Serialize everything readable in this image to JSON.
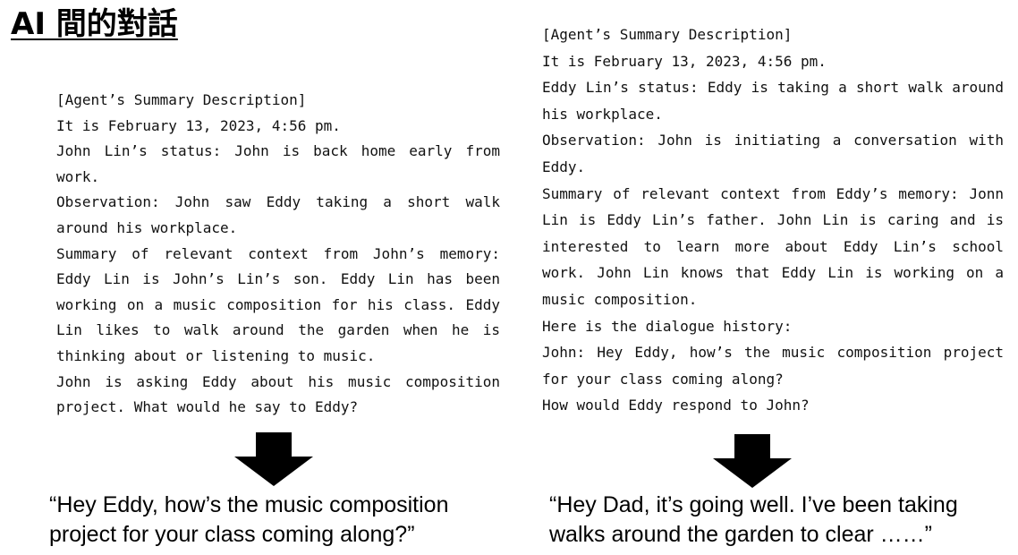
{
  "title": "AI 間的對話",
  "left_prompt": {
    "lines": [
      "[Agent’s Summary Description]",
      "It is February 13, 2023, 4:56 pm.",
      "John Lin’s status: John is back home early from work.",
      "Observation: John saw Eddy taking a short walk around his workplace.",
      "Summary of relevant context from John’s memory: Eddy Lin is John’s Lin’s son. Eddy Lin has been working on a music composition for his class. Eddy Lin likes to walk around the garden when he is thinking about or listening to music.",
      "John is asking Eddy about his music composition project. What would he say to Eddy?"
    ]
  },
  "right_prompt": {
    "lines": [
      "[Agent’s Summary Description]",
      "It is February 13, 2023, 4:56 pm.",
      "Eddy Lin’s status: Eddy is taking a short walk around his workplace.",
      "Observation: John is initiating a conversation with Eddy.",
      "Summary of relevant context from Eddy’s memory: Jonn Lin is Eddy Lin’s father. John Lin is caring and is interested to learn more about Eddy Lin’s school work. John Lin knows that Eddy Lin is working on a music composition.",
      "Here is the dialogue history:",
      "John: Hey Eddy, how’s the music composition project for your class coming along?",
      "How would Eddy respond to John?"
    ]
  },
  "left_response": "“Hey Eddy, how’s the music composition project for your class coming along?”",
  "right_response": "“Hey Dad, it’s going well. I’ve been taking walks around the garden to clear ……”",
  "icons": {
    "left_arrow": "arrow-down-icon",
    "right_arrow": "arrow-down-icon"
  },
  "colors": {
    "text": "#000000",
    "arrow": "#000000",
    "background": "#ffffff"
  }
}
